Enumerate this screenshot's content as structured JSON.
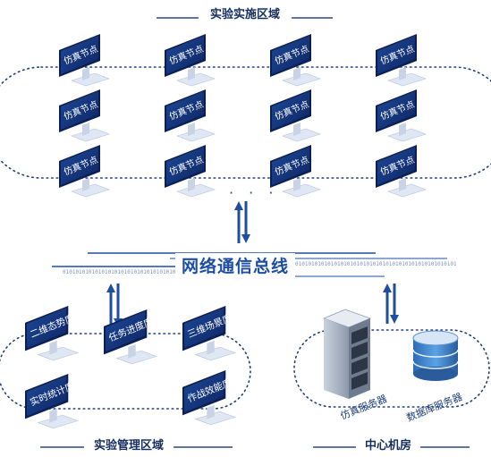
{
  "regions": {
    "experiment_area": "实验实施区域",
    "management_area": "实验管理区域",
    "center_room": "中心机房"
  },
  "bus": {
    "title": "网络通信总线",
    "bit_pattern": "010101010101010101010101010101010101010101010101010101010101010101010101010101010101"
  },
  "sim_node_label": "仿真节点",
  "sim_node_grid": {
    "rows": 3,
    "cols": 4
  },
  "ellipsis": "· · ·",
  "management_nodes": [
    "二维态势席",
    "任务进度席",
    "三维场景席",
    "实时统计席",
    "作战效能席"
  ],
  "servers": {
    "sim_server": "仿真服务器",
    "db_server": "数据库服务器"
  },
  "colors": {
    "monitor_screen": "#14357a",
    "monitor_stand": "#dfe7f4",
    "dotted_line": "#1f3f7a",
    "arrow": "#1d4ea0",
    "server_body": "#3a4556",
    "db_cylinder": "#3b7fc4"
  }
}
